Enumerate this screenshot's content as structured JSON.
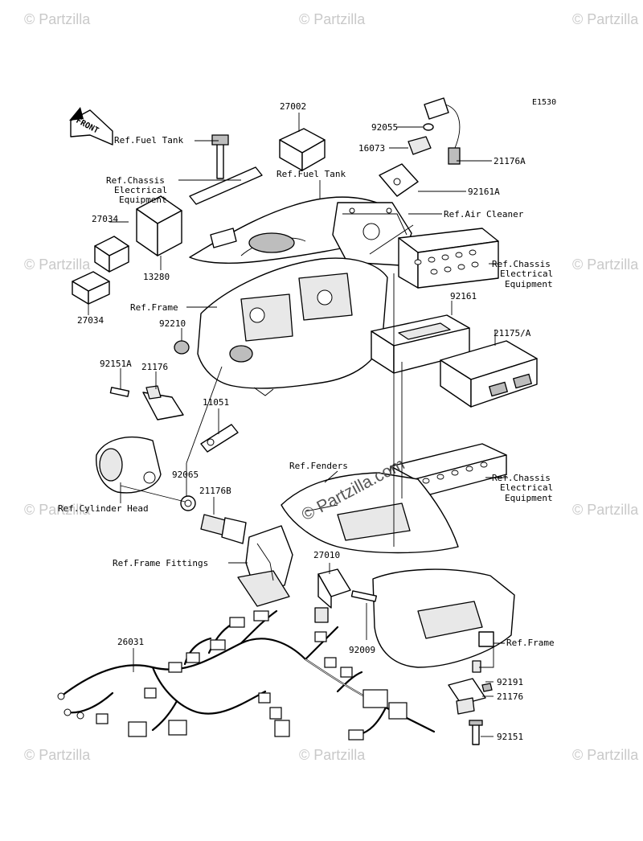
{
  "diagram_code": "E1530",
  "front_arrow": "FRONT",
  "watermarks": {
    "tile": "© Partzilla",
    "center": "© Partzilla.com"
  },
  "labels": {
    "ref_fuel_tank_1": "Ref.Fuel Tank",
    "ref_chassis_1_l1": "Ref.Chassis",
    "ref_chassis_1_l2": "Electrical",
    "ref_chassis_1_l3": "Equipment",
    "ref_fuel_tank_2": "Ref.Fuel Tank",
    "ref_air_cleaner": "Ref.Air Cleaner",
    "ref_chassis_2_l1": "Ref.Chassis",
    "ref_chassis_2_l2": "Electrical",
    "ref_chassis_2_l3": "Equipment",
    "ref_frame_1": "Ref.Frame",
    "ref_fenders": "Ref.Fenders",
    "ref_chassis_3_l1": "Ref.Chassis",
    "ref_chassis_3_l2": "Electrical",
    "ref_chassis_3_l3": "Equipment",
    "ref_cylinder_head": "Ref.Cylinder Head",
    "ref_frame_fittings": "Ref.Frame Fittings",
    "ref_frame_2": "Ref.Frame"
  },
  "parts": {
    "p27002": "27002",
    "p92055": "92055",
    "p16073": "16073",
    "p21176A": "21176A",
    "p92161A": "92161A",
    "p27034_a": "27034",
    "p13280": "13280",
    "p27034_b": "27034",
    "p92161": "92161",
    "p21175A": "21175/A",
    "p92210": "92210",
    "p92151A": "92151A",
    "p21176_a": "21176",
    "p11051": "11051",
    "p92065": "92065",
    "p21176B": "21176B",
    "p27010": "27010",
    "p92009": "92009",
    "p26031": "26031",
    "p92191": "92191",
    "p21176_b": "21176",
    "p92151": "92151"
  }
}
